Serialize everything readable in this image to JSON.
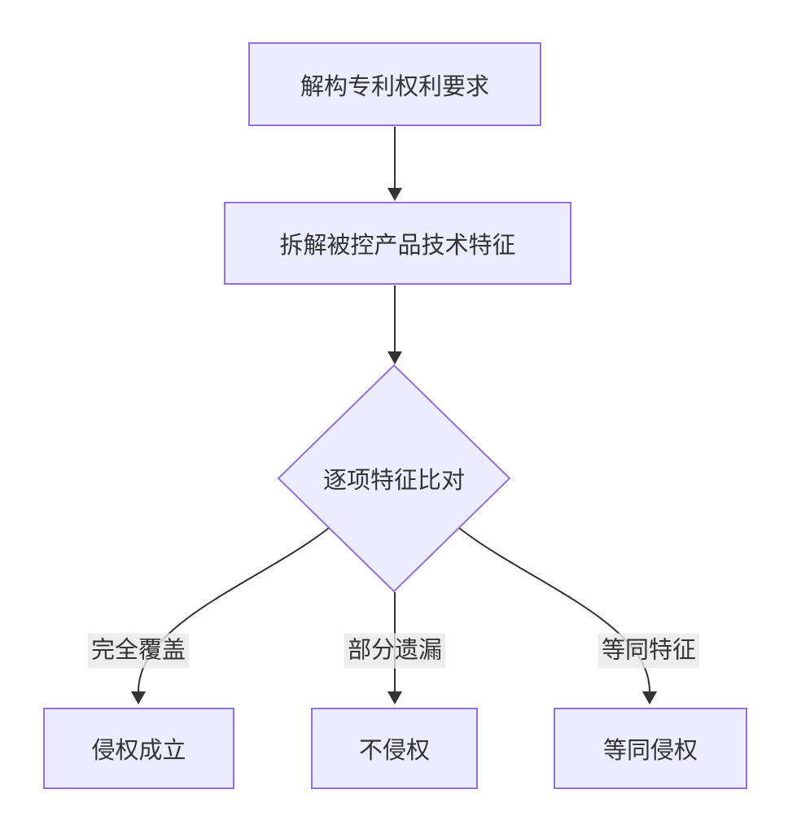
{
  "theme": {
    "canvas-bg": "#ffffff",
    "node-fill": "#ECECFF",
    "node-border": "#9370DB",
    "edge-color": "#333333",
    "text-color": "#333333",
    "edge-label-bg": "rgba(232,232,232,0.8)"
  },
  "diagram": {
    "type": "flowchart",
    "direction": "top-down",
    "nodes": [
      {
        "id": "deconstruct-claims",
        "shape": "rect",
        "label": "解构专利权利要求"
      },
      {
        "id": "decompose-features",
        "shape": "rect",
        "label": "拆解被控产品技术特征"
      },
      {
        "id": "compare-features",
        "shape": "diamond",
        "label": "逐项特征比对"
      },
      {
        "id": "infringement-established",
        "shape": "rect",
        "label": "侵权成立"
      },
      {
        "id": "no-infringement",
        "shape": "rect",
        "label": "不侵权"
      },
      {
        "id": "equivalent-infringement",
        "shape": "rect",
        "label": "等同侵权"
      }
    ],
    "edges": [
      {
        "from": "deconstruct-claims",
        "to": "decompose-features",
        "label": ""
      },
      {
        "from": "decompose-features",
        "to": "compare-features",
        "label": ""
      },
      {
        "from": "compare-features",
        "to": "infringement-established",
        "label": "完全覆盖"
      },
      {
        "from": "compare-features",
        "to": "no-infringement",
        "label": "部分遗漏"
      },
      {
        "from": "compare-features",
        "to": "equivalent-infringement",
        "label": "等同特征"
      }
    ]
  }
}
